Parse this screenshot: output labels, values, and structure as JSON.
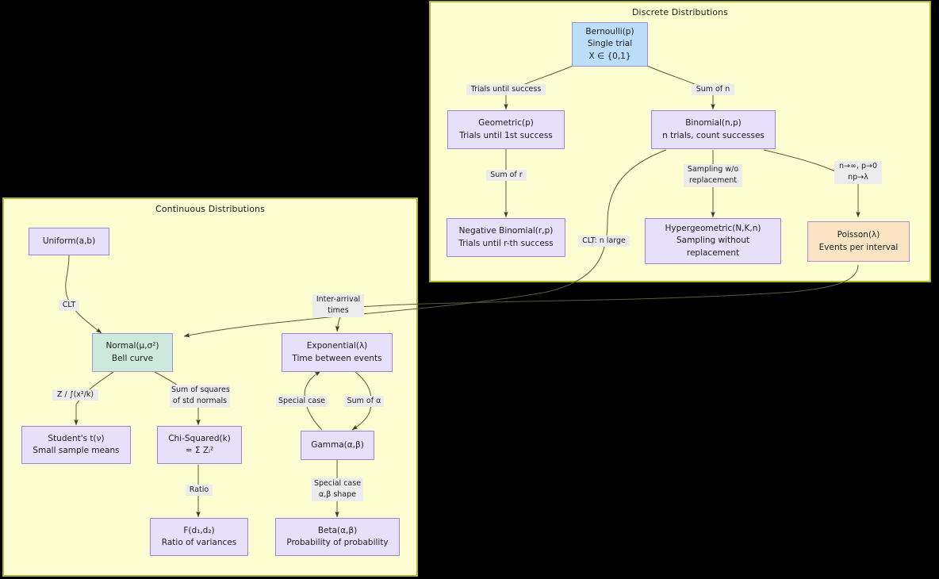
{
  "panels": [
    {
      "id": "discrete",
      "title": "Discrete Distributions"
    },
    {
      "id": "continuous",
      "title": "Continuous Distributions"
    }
  ],
  "colors": {
    "panel_fill": "#fdfdd2",
    "panel_border": "#b4b42e",
    "node_fill_default": "#e6e0fb",
    "node_border_default": "#9f7fd4",
    "node_fill_blue": "#bcdefa",
    "node_fill_green": "#cde9dd",
    "node_fill_orange": "#fbe4c3",
    "edge_stroke": "#5a5a3a",
    "edge_label_bg": "#ececec",
    "background": "#000000",
    "text": "#1c1c1c"
  },
  "nodes": {
    "bernoulli": {
      "line1": "Bernoulli(p)",
      "line2": "Single trial",
      "line3": "X ∈ {0,1}"
    },
    "geometric": {
      "line1": "Geometric(p)",
      "line2": "Trials until 1st success",
      "line3": ""
    },
    "binomial": {
      "line1": "Binomial(n,p)",
      "line2": "n trials, count successes",
      "line3": ""
    },
    "negbinomial": {
      "line1": "Negative Binomial(r,p)",
      "line2": "Trials until r-th success",
      "line3": ""
    },
    "hypergeometric": {
      "line1": "Hypergeometric(N,K,n)",
      "line2": "Sampling without",
      "line3": "replacement"
    },
    "poisson": {
      "line1": "Poisson(λ)",
      "line2": "Events per interval",
      "line3": ""
    },
    "uniform": {
      "line1": "Uniform(a,b)",
      "line2": "",
      "line3": ""
    },
    "normal": {
      "line1": "Normal(μ,σ²)",
      "line2": "Bell curve",
      "line3": ""
    },
    "exponential": {
      "line1": "Exponential(λ)",
      "line2": "Time between events",
      "line3": ""
    },
    "studentt": {
      "line1": "Student's t(ν)",
      "line2": "Small sample means",
      "line3": ""
    },
    "chisquared": {
      "line1": "Chi-Squared(k)",
      "line2": "= Σ Zᵢ²",
      "line3": ""
    },
    "gamma": {
      "line1": "Gamma(α,β)",
      "line2": "",
      "line3": ""
    },
    "fdist": {
      "line1": "F(d₁,d₂)",
      "line2": "Ratio of variances",
      "line3": ""
    },
    "beta": {
      "line1": "Beta(α,β)",
      "line2": "Probability of probability",
      "line3": ""
    }
  },
  "edge_labels": {
    "trials_until_success": {
      "line1": "Trials until success",
      "line2": ""
    },
    "sum_of_n": {
      "line1": "Sum of n",
      "line2": ""
    },
    "sum_of_r": {
      "line1": "Sum of r",
      "line2": ""
    },
    "sampling_wo_replacement": {
      "line1": "Sampling w/o",
      "line2": "replacement"
    },
    "poisson_limit": {
      "line1": "n→∞, p→0",
      "line2": "np→λ"
    },
    "clt_n_large": {
      "line1": "CLT: n large",
      "line2": ""
    },
    "inter_arrival_times": {
      "line1": "Inter-arrival",
      "line2": "times"
    },
    "clt": {
      "line1": "CLT",
      "line2": ""
    },
    "z_over_chi": {
      "line1": "Z / ∫(x²/k)",
      "line2": ""
    },
    "sum_of_squares": {
      "line1": "Sum of squares",
      "line2": "of std normals"
    },
    "special_case_left": {
      "line1": "Special case",
      "line2": ""
    },
    "sum_of_alpha": {
      "line1": "Sum of α",
      "line2": ""
    },
    "ratio": {
      "line1": "Ratio",
      "line2": ""
    },
    "special_case_shape": {
      "line1": "Special case",
      "line2": "α,β shape"
    }
  }
}
